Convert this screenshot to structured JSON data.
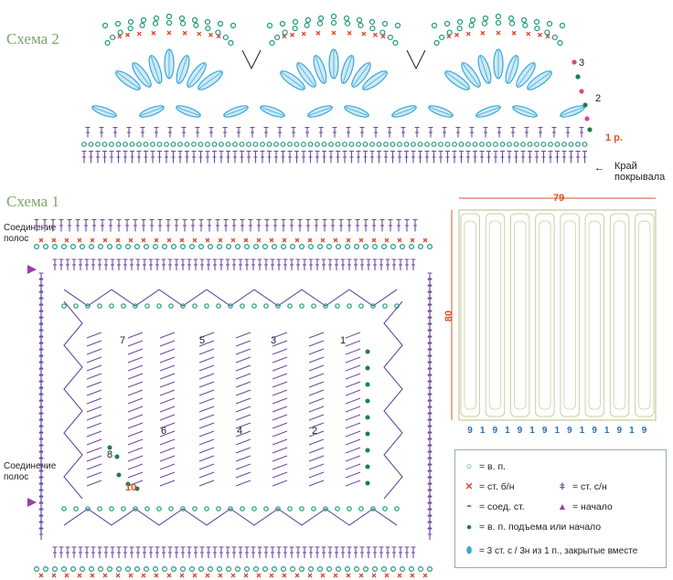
{
  "scheme2": {
    "title": "Схема 2",
    "row_labels": [
      "1 р.",
      "2",
      "3"
    ],
    "edge_label": "Край\nпокрывала"
  },
  "scheme1": {
    "title": "Схема 1",
    "join_label": "Соединение\nполос",
    "row_labels": [
      "1",
      "2",
      "3",
      "4",
      "5",
      "6",
      "7",
      "8",
      "10"
    ]
  },
  "plan": {
    "width_label": "79",
    "height_label": "80",
    "segments": [
      "9",
      "1",
      "9",
      "1",
      "9",
      "1",
      "9",
      "1",
      "9",
      "1",
      "9",
      "1",
      "9",
      "1",
      "9"
    ]
  },
  "legend": {
    "items": [
      {
        "icon": "chain-stitch-icon",
        "text": "= в. п."
      },
      {
        "icon": "single-crochet-icon",
        "text": "= ст. б/н"
      },
      {
        "icon": "double-crochet-icon",
        "text": "= ст. с/н"
      },
      {
        "icon": "slip-stitch-icon",
        "text": "= соед. ст."
      },
      {
        "icon": "start-triangle-icon",
        "text": "= начало"
      },
      {
        "icon": "turning-chain-icon",
        "text": "= в. п. подъема или начало"
      },
      {
        "icon": "cluster-icon",
        "text": "= 3 ст. с / 3н из 1 п., закрытые вместе"
      }
    ]
  },
  "colors": {
    "title": "#7aa66a",
    "chain": "#1f9a7a",
    "single": "#e0452c",
    "double": "#6b4aa0",
    "cluster": "#3aa8d8",
    "plan_line": "#c9d2a6",
    "dim": "#d9542b"
  }
}
